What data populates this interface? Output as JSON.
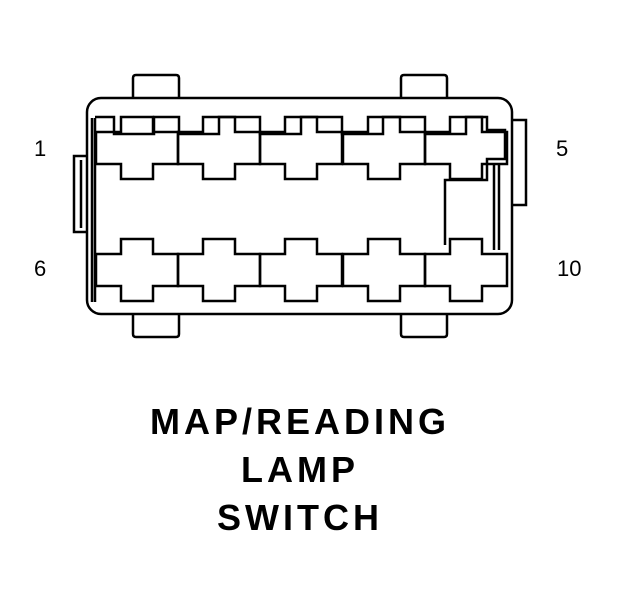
{
  "pin_labels": {
    "top_left": "1",
    "top_right": "5",
    "bottom_left": "6",
    "bottom_right": "10"
  },
  "title_lines": [
    "MAP/READING",
    "LAMP",
    "SWITCH"
  ],
  "colors": {
    "stroke": "#000000",
    "background": "#ffffff"
  }
}
